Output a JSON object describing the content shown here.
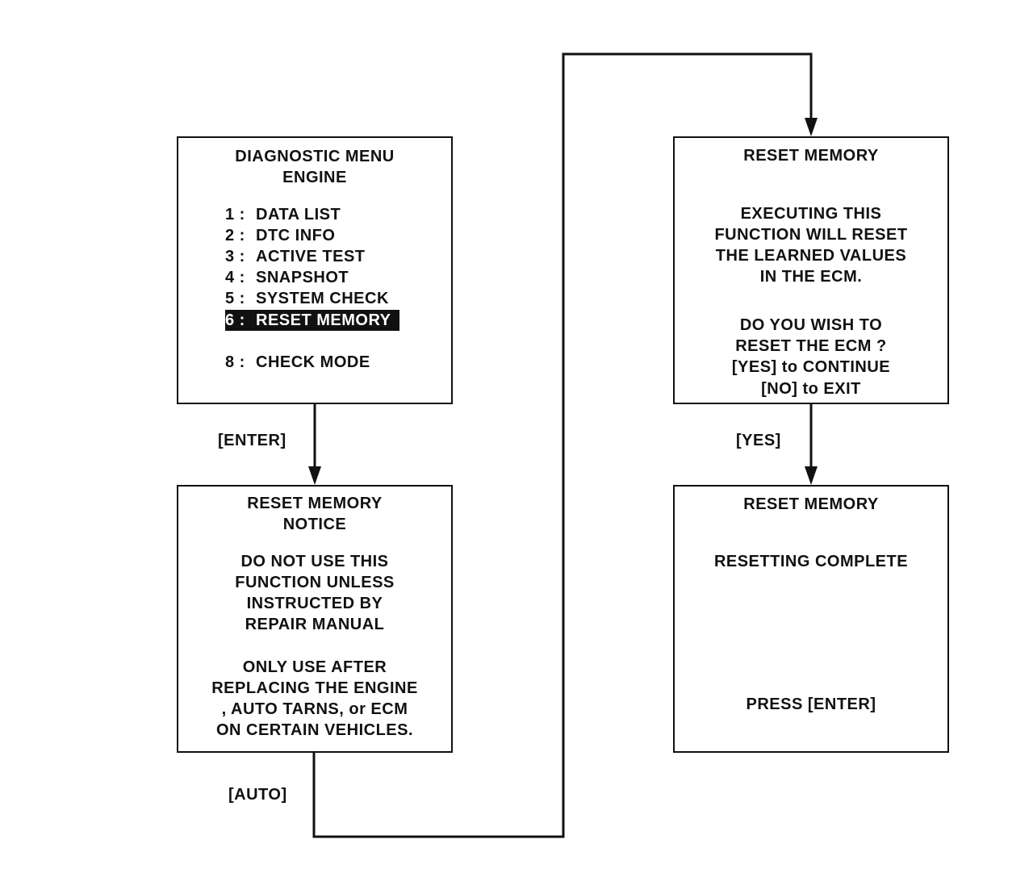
{
  "diagnostic_menu": {
    "title_line1": "DIAGNOSTIC MENU",
    "title_line2": "ENGINE",
    "items": [
      {
        "num": "1 :",
        "label": "DATA LIST"
      },
      {
        "num": "2 :",
        "label": "DTC INFO"
      },
      {
        "num": "3 :",
        "label": "ACTIVE TEST"
      },
      {
        "num": "4 :",
        "label": "SNAPSHOT"
      },
      {
        "num": "5 :",
        "label": "SYSTEM CHECK"
      },
      {
        "num": "6 :",
        "label": "RESET MEMORY"
      },
      {
        "num": "8 :",
        "label": "CHECK MODE"
      }
    ],
    "selected_item": "6 : RESET MEMORY"
  },
  "reset_notice": {
    "title_line1": "RESET MEMORY",
    "title_line2": "NOTICE",
    "lines": [
      "DO NOT USE THIS",
      "FUNCTION UNLESS",
      "INSTRUCTED BY",
      "REPAIR MANUAL",
      "ONLY USE AFTER",
      "REPLACING THE ENGINE",
      ", AUTO TARNS, or ECM",
      "ON CERTAIN VEHICLES."
    ]
  },
  "reset_confirm": {
    "title": "RESET MEMORY",
    "lines": [
      "EXECUTING THIS",
      "FUNCTION WILL RESET",
      "THE LEARNED VALUES",
      "IN THE ECM.",
      "DO YOU WISH TO",
      "RESET THE ECM ?",
      "[YES] to CONTINUE",
      "[NO] to EXIT"
    ]
  },
  "reset_complete": {
    "title": "RESET MEMORY",
    "message": "RESETTING COMPLETE",
    "prompt": "PRESS [ENTER]"
  },
  "transitions": {
    "enter": "[ENTER]",
    "auto": "[AUTO]",
    "yes": "[YES]"
  }
}
